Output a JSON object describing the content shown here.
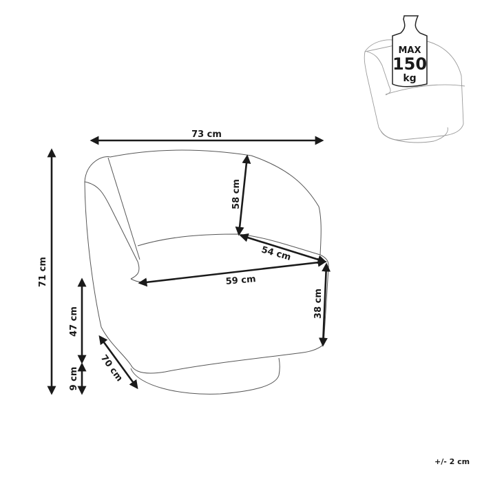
{
  "diagram": {
    "subject": "swivel armchair dimensions",
    "dimensions": {
      "overall_width": "73 cm",
      "overall_height": "71 cm",
      "backrest_height": "58 cm",
      "seat_depth": "54 cm",
      "seat_width": "59 cm",
      "armrest_height": "38 cm",
      "seat_height": "47 cm",
      "base_height": "9 cm",
      "depth": "70 cm"
    },
    "load_badge": {
      "line1": "MAX",
      "line2": "150",
      "line3": "kg"
    },
    "tolerance": "+/- 2 cm"
  }
}
